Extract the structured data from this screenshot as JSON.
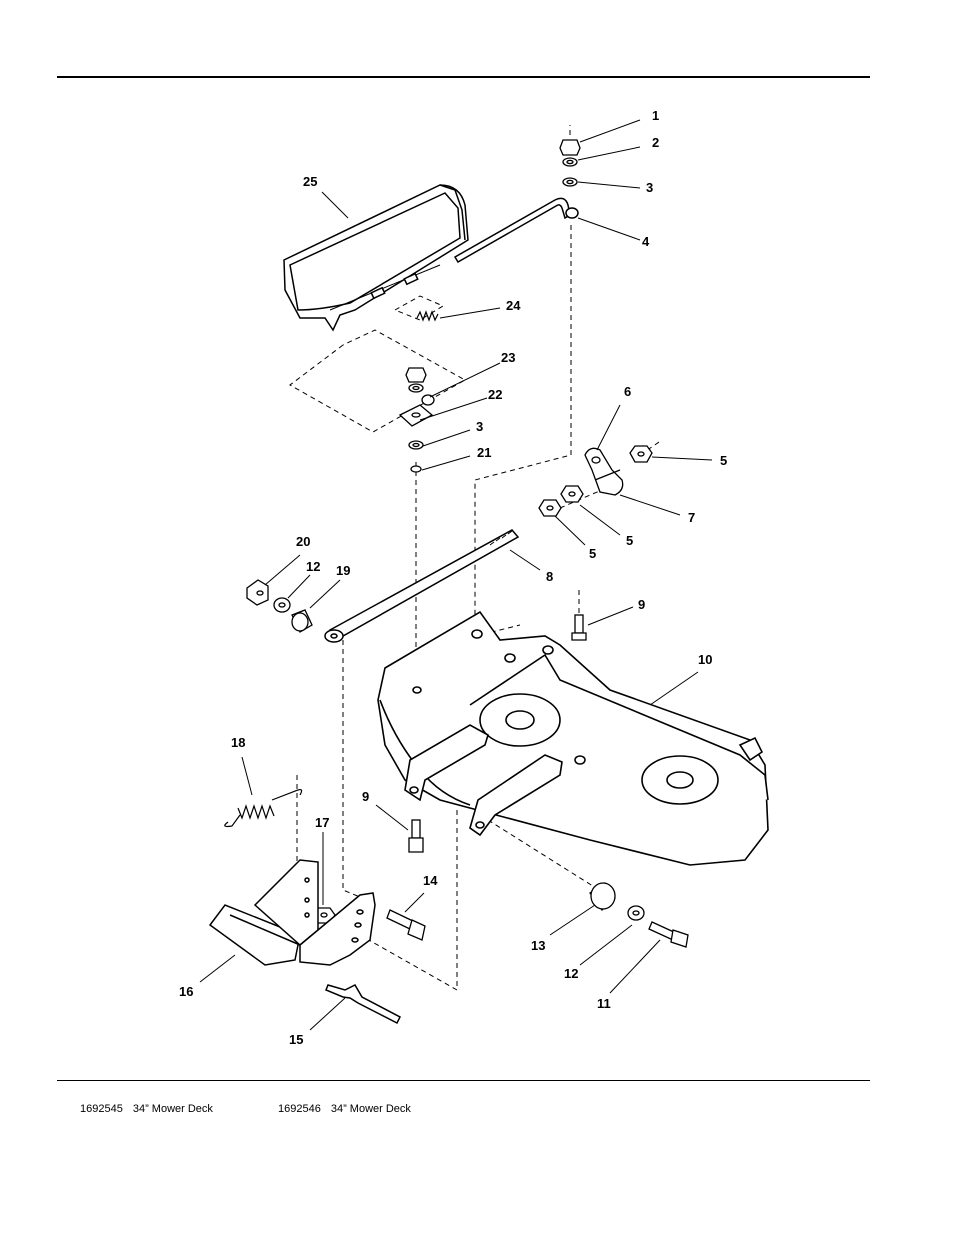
{
  "callouts": {
    "c1": "1",
    "c2": "2",
    "c3a": "3",
    "c4": "4",
    "c25": "25",
    "c24": "24",
    "c23": "23",
    "c22": "22",
    "c3b": "3",
    "c21": "21",
    "c6": "6",
    "c5a": "5",
    "c7": "7",
    "c5b": "5",
    "c5c": "5",
    "c8": "8",
    "c20": "20",
    "c12a": "12",
    "c19": "19",
    "c9a": "9",
    "c10": "10",
    "c18": "18",
    "c9b": "9",
    "c17": "17",
    "c14": "14",
    "c16": "16",
    "c13": "13",
    "c12b": "12",
    "c11": "11",
    "c15": "15"
  },
  "footer": {
    "left": {
      "number": "1692545",
      "title": "34” Mower Deck"
    },
    "right": {
      "number": "1692546",
      "title": "34” Mower Deck"
    }
  }
}
